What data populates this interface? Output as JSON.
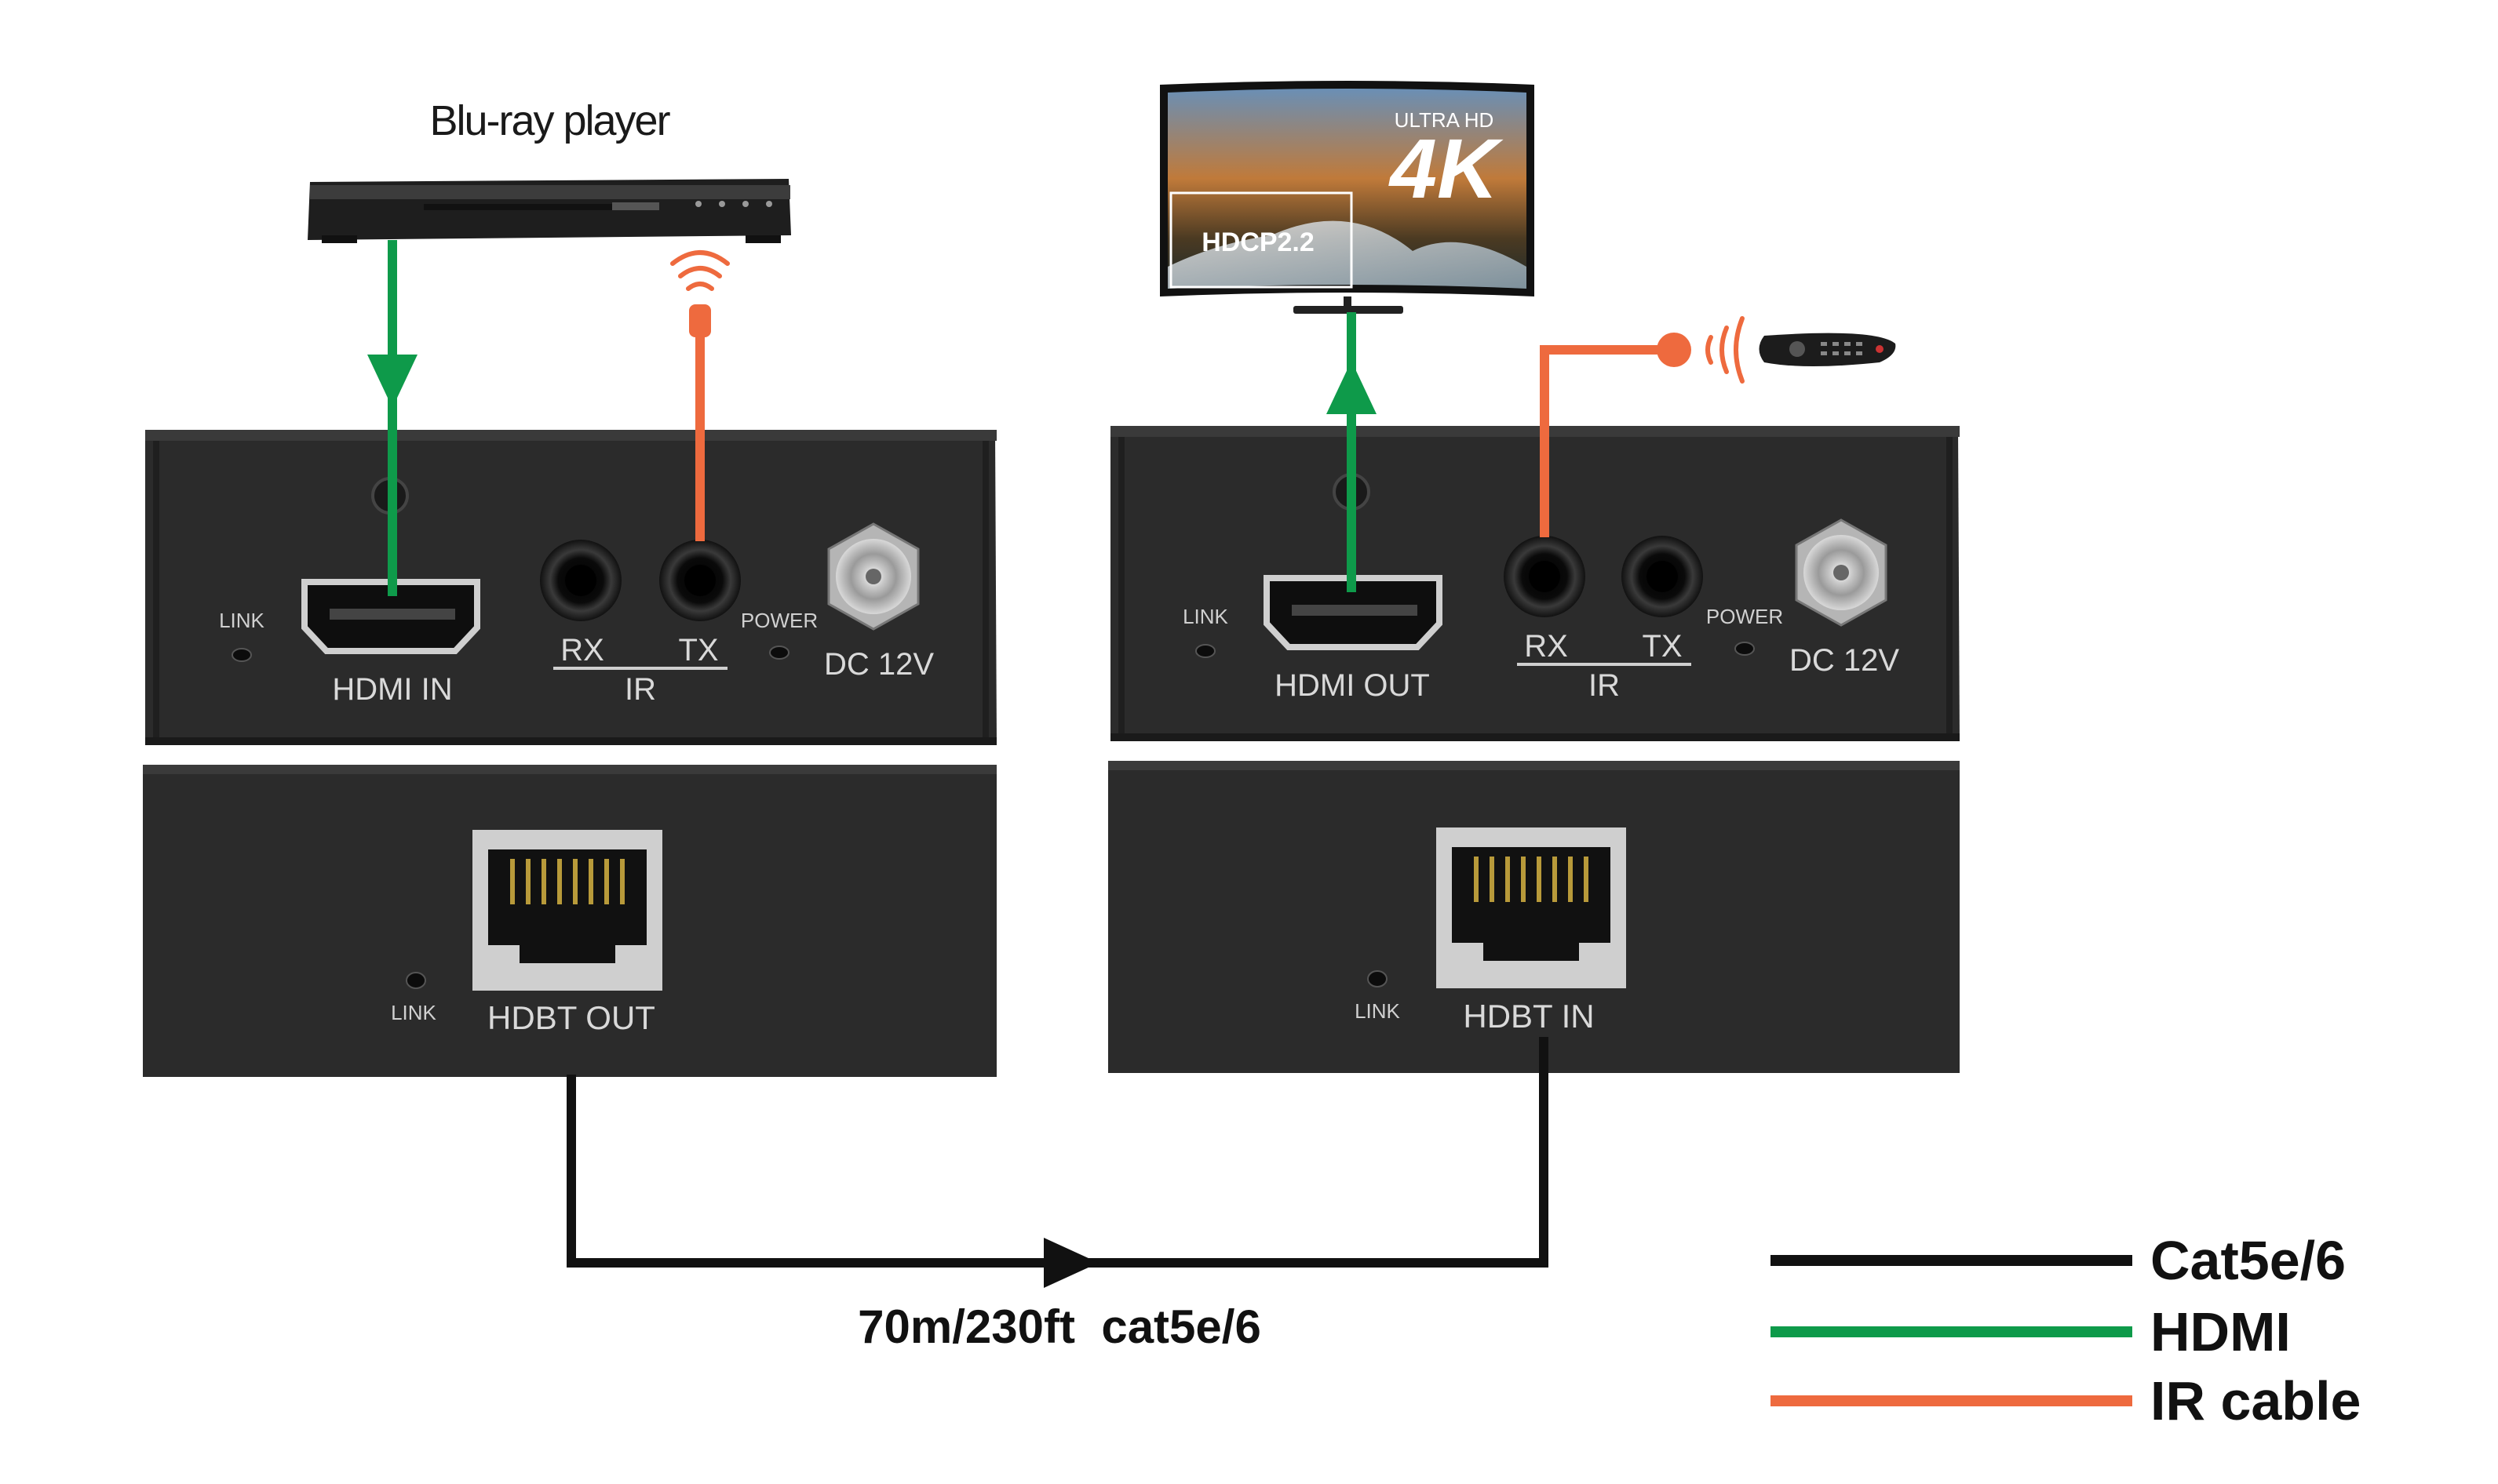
{
  "devices": {
    "bluray_label": "Blu-ray player",
    "tv": {
      "badge_ultra": "ULTRA HD",
      "badge_4k": "4K",
      "badge_hdcp": "HDCP2.2"
    }
  },
  "transmitter": {
    "front": {
      "link": "LINK",
      "hdmi": "HDMI IN",
      "rx": "RX",
      "tx": "TX",
      "ir": "IR",
      "power": "POWER",
      "dc": "DC 12V"
    },
    "back": {
      "link": "LINK",
      "hdbt": "HDBT OUT"
    }
  },
  "receiver": {
    "front": {
      "link": "LINK",
      "hdmi": "HDMI OUT",
      "rx": "RX",
      "tx": "TX",
      "ir": "IR",
      "power": "POWER",
      "dc": "DC 12V"
    },
    "back": {
      "link": "LINK",
      "hdbt": "HDBT IN"
    }
  },
  "cable_label": "70m/230ft  cat5e/6",
  "legend": [
    {
      "label": "Cat5e/6",
      "color": "#111111"
    },
    {
      "label": "HDMI",
      "color": "#0e9a4a"
    },
    {
      "label": "IR cable",
      "color": "#ee6a3e"
    }
  ],
  "colors": {
    "cat": "#111111",
    "hdmi": "#0e9a4a",
    "ir": "#ee6a3e",
    "box": "#2b2b2b"
  }
}
